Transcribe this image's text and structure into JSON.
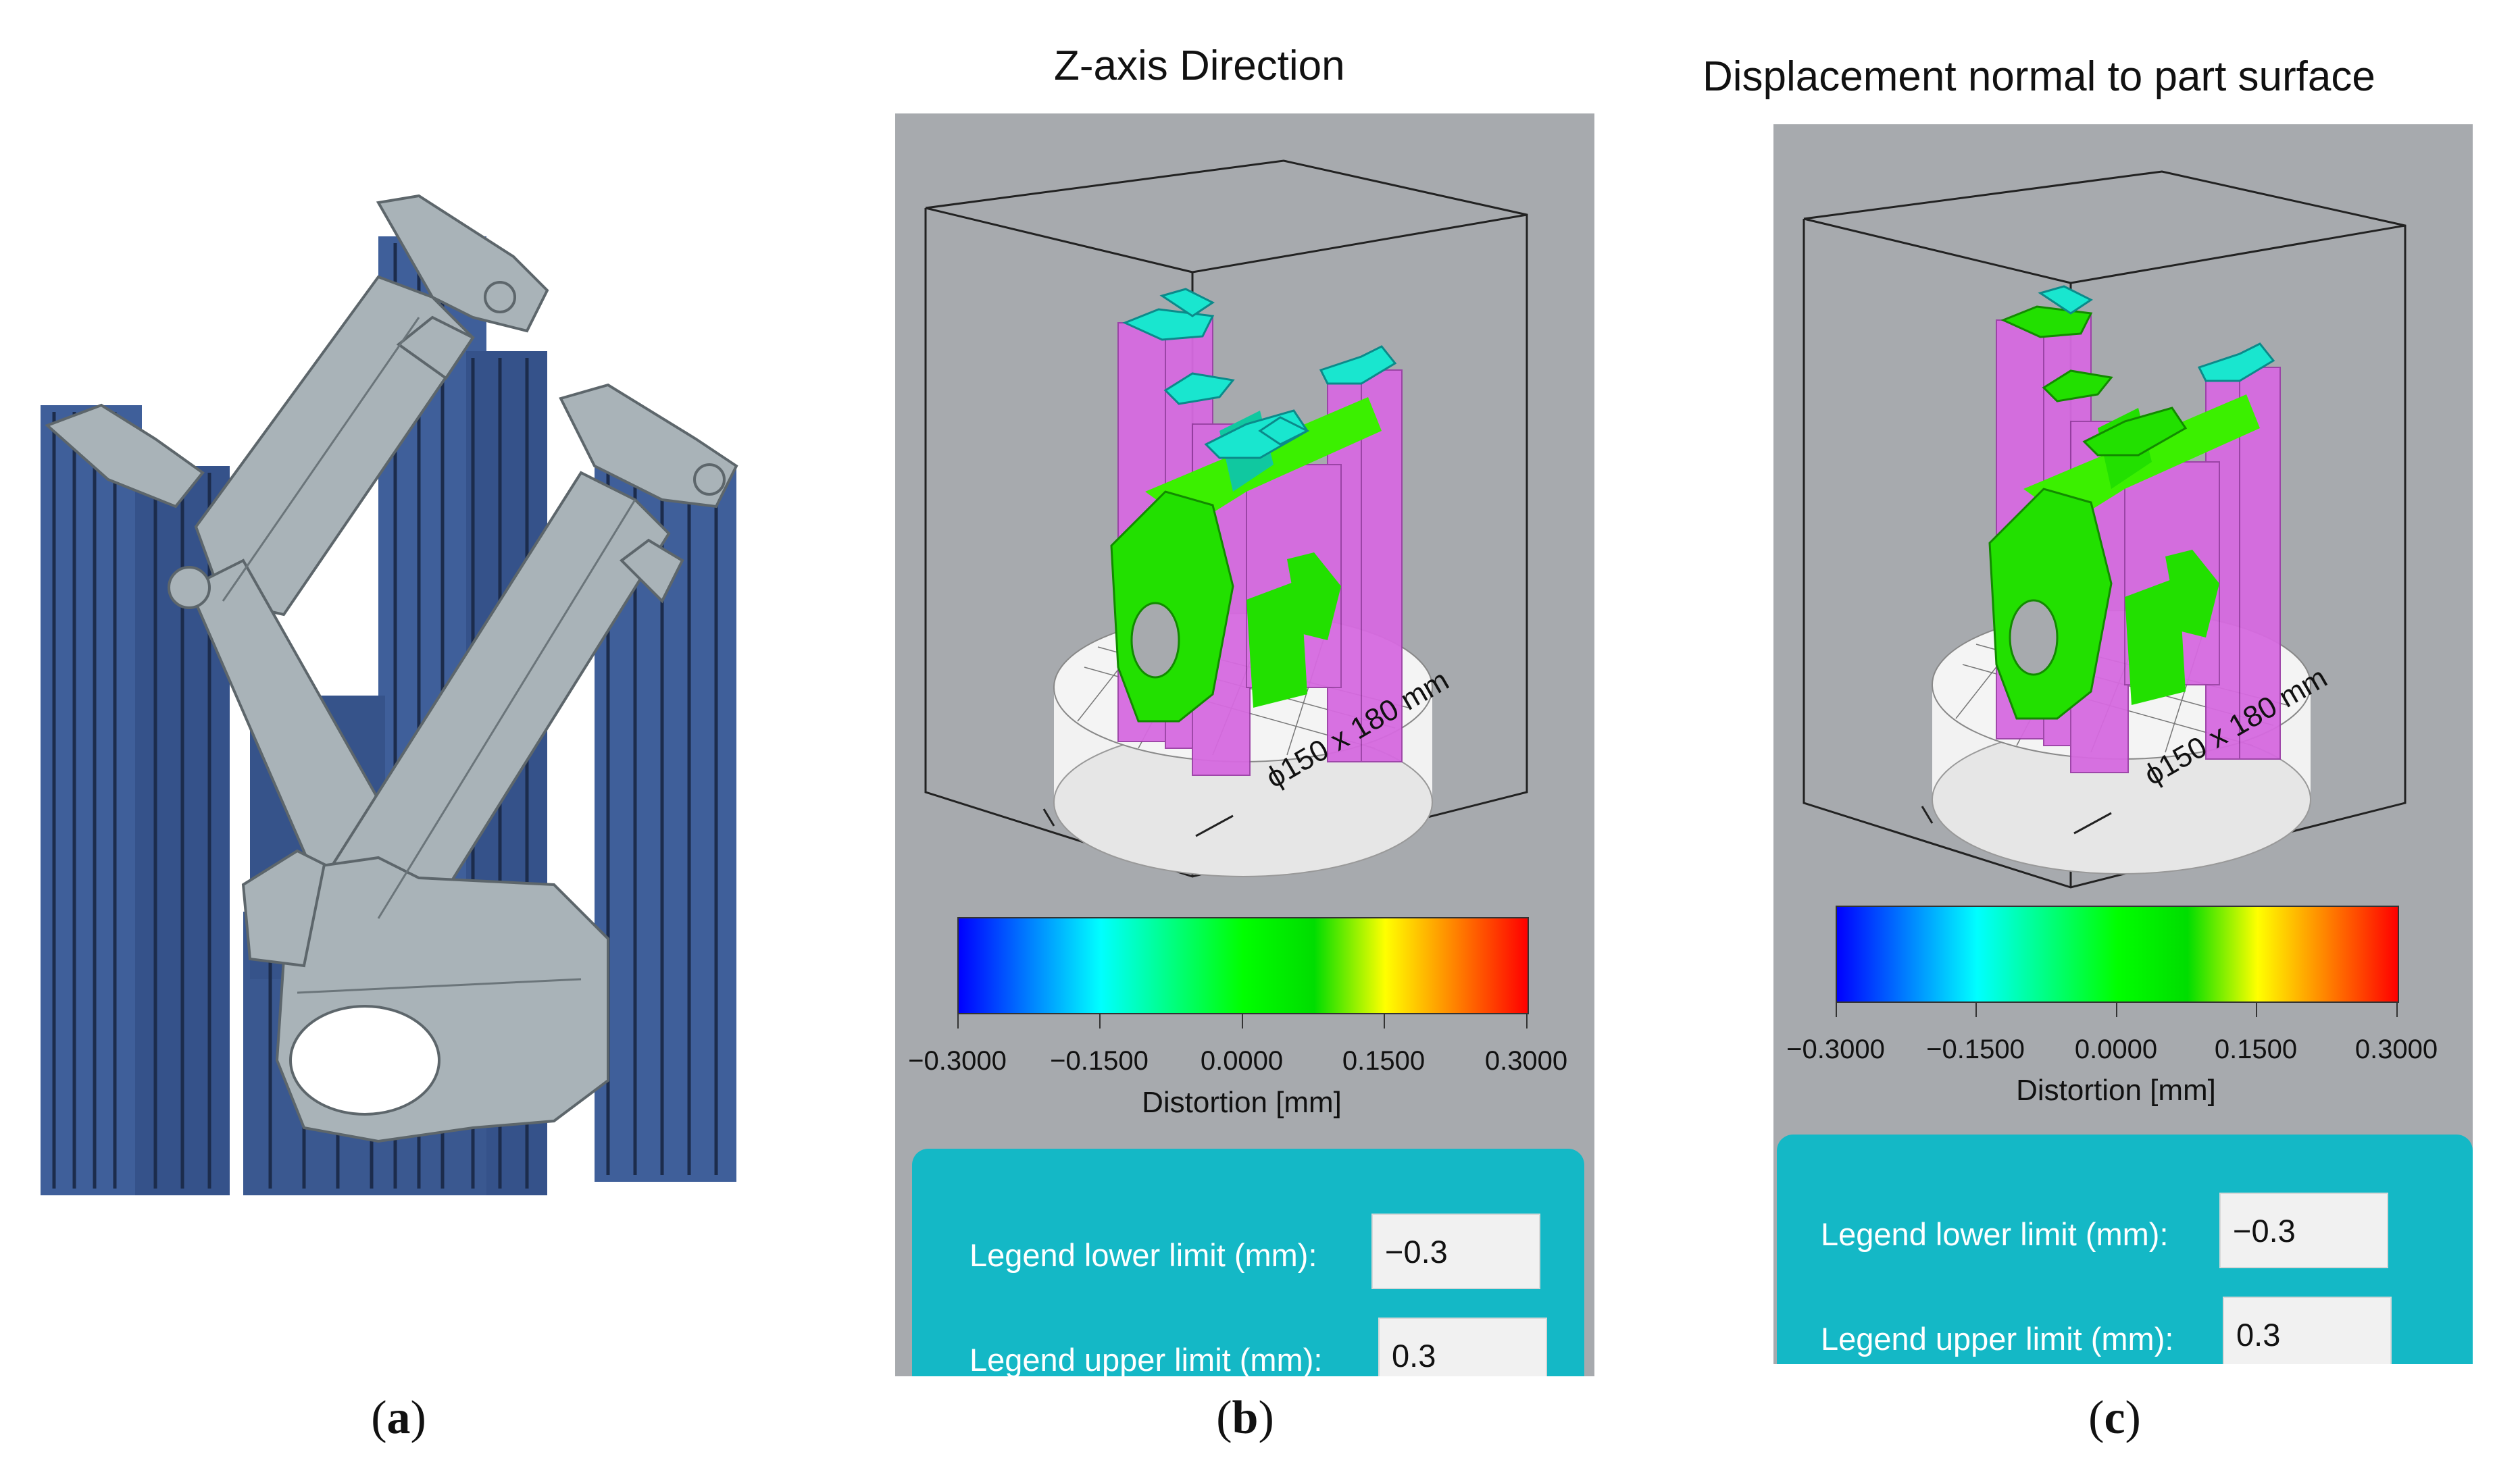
{
  "panel_a": {
    "caption_open": "(",
    "caption_letter": "a",
    "caption_close": ")"
  },
  "panel_b": {
    "title": "Z-axis Direction",
    "plate_label": "ϕ150 x 180 mm",
    "colorbar_ticks": [
      "−0.3000",
      "−0.1500",
      "0.0000",
      "0.1500",
      "0.3000"
    ],
    "colorbar_label": "Distortion [mm]",
    "lower_limit_label": "Legend lower limit (mm):",
    "lower_limit_value": "−0.3",
    "upper_limit_label": "Legend upper limit (mm):",
    "upper_limit_value": "0.3",
    "caption_open": "(",
    "caption_letter": "b",
    "caption_close": ")"
  },
  "panel_c": {
    "title": "Displacement normal to part surface",
    "plate_label": "ϕ150 x 180 mm",
    "colorbar_ticks": [
      "−0.3000",
      "−0.1500",
      "0.0000",
      "0.1500",
      "0.3000"
    ],
    "colorbar_label": "Distortion [mm]",
    "lower_limit_label": "Legend lower limit (mm):",
    "lower_limit_value": "−0.3",
    "upper_limit_label": "Legend upper limit (mm):",
    "upper_limit_value": "0.3",
    "caption_open": "(",
    "caption_letter": "c",
    "caption_close": ")"
  },
  "colors": {
    "part_gray": "#a9b3b8",
    "support_blue": "#3f5f9a",
    "viewport_bg": "#a7aaae",
    "support_magenta": "#d66ae0",
    "part_green": "#22e000",
    "part_cyan": "#19e6cf",
    "limits_bg": "#14b8c6"
  },
  "colormap": [
    "#0000ff",
    "#0080ff",
    "#00ffff",
    "#00ff80",
    "#00ff00",
    "#00dd00",
    "#ffff00",
    "#ff8000",
    "#ff0000"
  ]
}
